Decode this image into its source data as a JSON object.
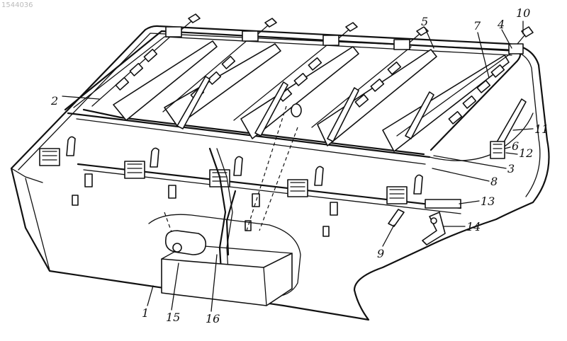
{
  "watermark": "1544036",
  "reference_numerals": [
    "1",
    "2",
    "3",
    "4",
    "5",
    "6",
    "7",
    "8",
    "9",
    "10",
    "11",
    "12",
    "13",
    "14",
    "15",
    "16"
  ]
}
